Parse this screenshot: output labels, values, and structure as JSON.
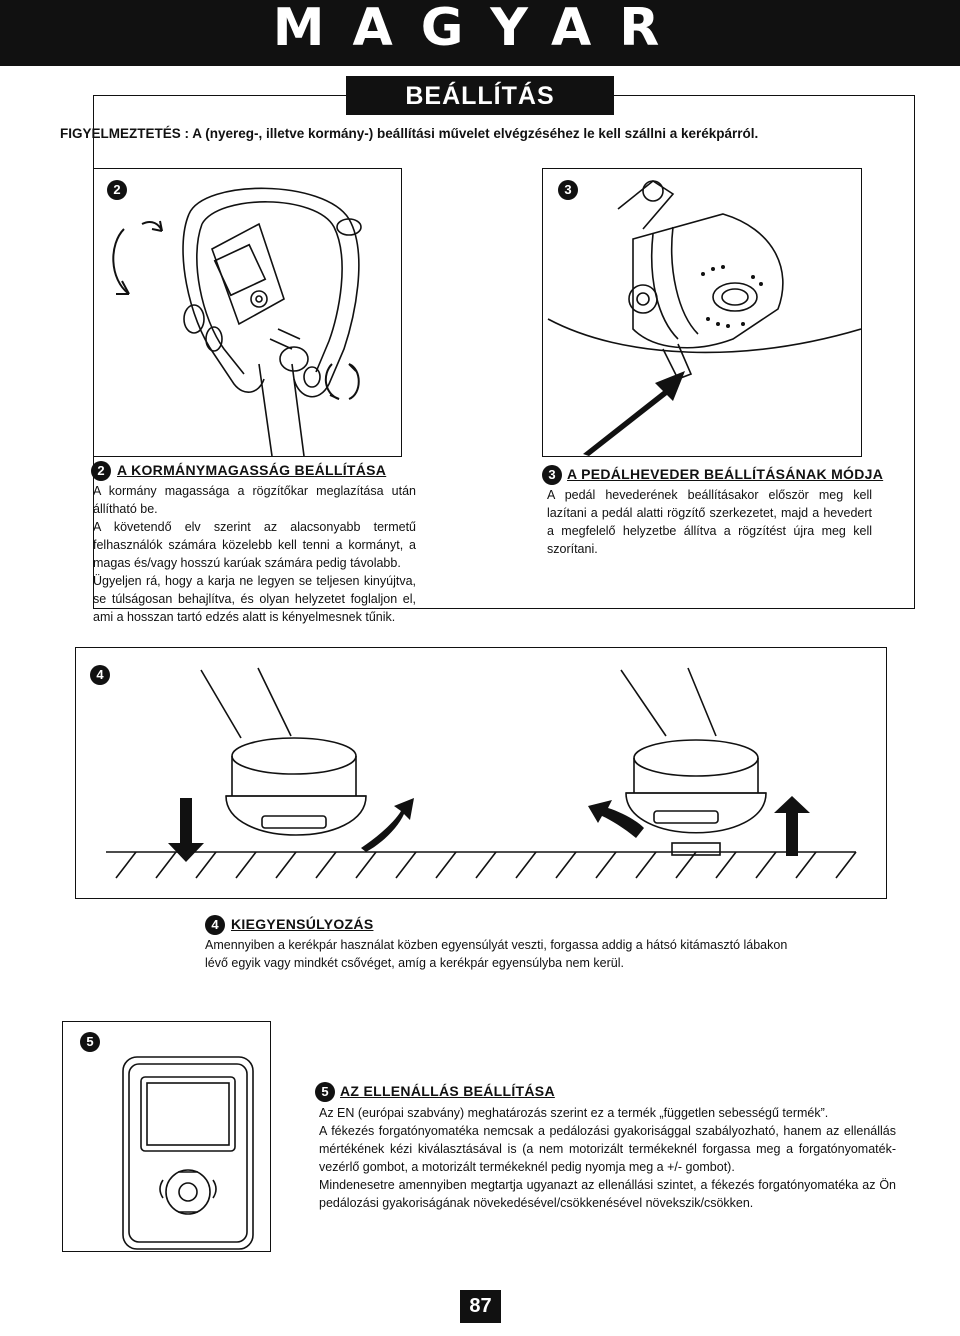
{
  "header": {
    "language": "MAGYAR"
  },
  "section": {
    "title": "BEÁLLÍTÁS"
  },
  "warning": "FIGYELMEZTETÉS : A (nyereg-, illetve kormány-) beállítási művelet elvégzéséhez le kell szállni a kerékpárról.",
  "figures": {
    "fig2": {
      "number": "2"
    },
    "fig3": {
      "number": "3"
    },
    "fig4": {
      "number": "4"
    },
    "fig5": {
      "number": "5"
    }
  },
  "steps": {
    "handlebar": {
      "number": "2",
      "title": "A KORMÁNYMAGASSÁG BEÁLLÍTÁSA",
      "paragraphs": [
        "A kormány magassága a rögzítőkar meglazítása után állítható be.",
        "A követendő elv szerint az alacsonyabb termetű felhasználók számára közelebb kell tenni a kormányt, a magas és/vagy hosszú karúak számára pedig távolabb.",
        "Ügyeljen rá, hogy a karja ne legyen se teljesen kinyújtva, se túlságosan behajlítva, és olyan helyzetet foglaljon el, ami a hosszan tartó edzés alatt is kényelmesnek tűnik."
      ]
    },
    "pedal": {
      "number": "3",
      "title": "A PEDÁLHEVEDER BEÁLLÍTÁSÁNAK MÓDJA",
      "paragraphs": [
        "A pedál hevederének beállításakor először meg kell lazítani a pedál alatti rögzítő szerkezetet, majd a hevedert a megfelelő helyzetbe állítva a rögzítést újra meg kell szorítani."
      ]
    },
    "balance": {
      "number": "4",
      "title": "KIEGYENSÚLYOZÁS",
      "paragraphs": [
        "Amennyiben a kerékpár használat közben egyensúlyát veszti, forgassa addig a hátsó kitámasztó lábakon lévő egyik vagy mindkét csővéget, amíg a kerékpár egyensúlyba nem kerül."
      ]
    },
    "resistance": {
      "number": "5",
      "title": "AZ ELLENÁLLÁS BEÁLLÍTÁSA",
      "paragraphs": [
        "Az EN (európai szabvány) meghatározás szerint ez a termék „független sebességű termék”.",
        "A fékezés forgatónyomatéka nemcsak a pedálozási gyakorisággal szabályozható, hanem az ellenállás mértékének kézi kiválasztásával is (a nem motorizált termékeknél forgassa meg a forgatónyomaték-vezérlő gombot, a motorizált termékeknél pedig nyomja meg a +/- gombot).",
        "Mindenesetre amennyiben megtartja ugyanazt az ellenállási szintet, a fékezés forgatónyomatéka az Ön pedálozási gyakoriságának növekedésével/csökkenésével növekszik/csökken."
      ]
    }
  },
  "page_number": "87"
}
